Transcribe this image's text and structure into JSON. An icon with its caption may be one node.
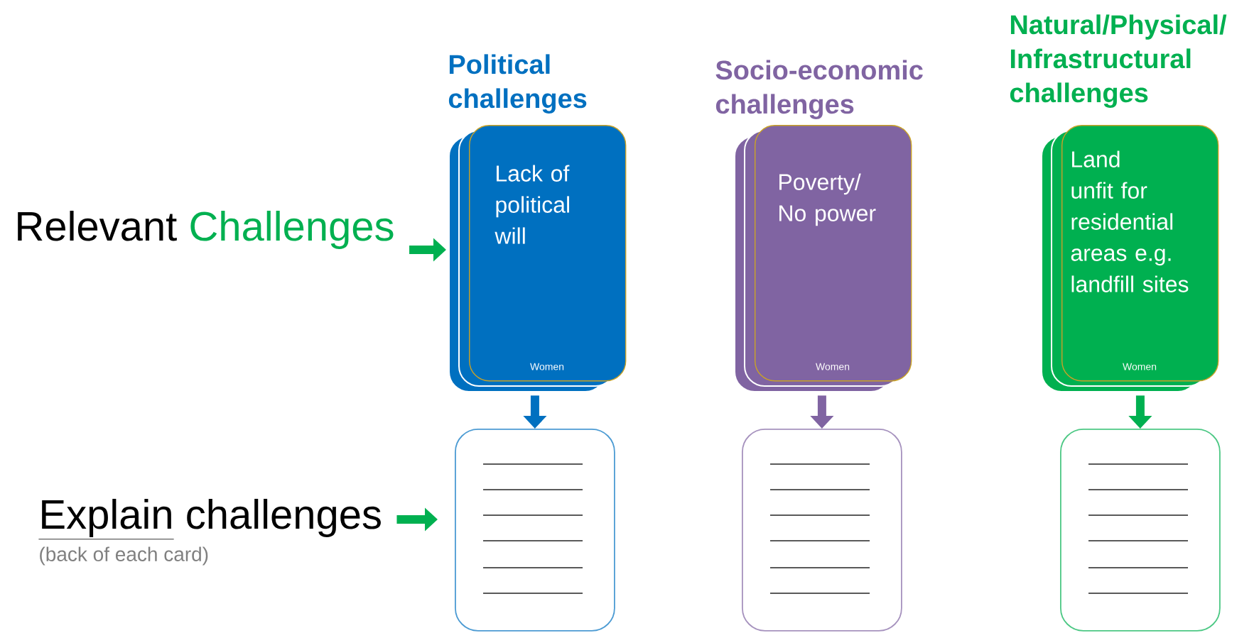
{
  "diagram": {
    "nodes": [
      {
        "text": [
          "Relevant",
          "Challenges"
        ]
      },
      {
        "text": [
          "Political challenges",
          "Lack of political will",
          "Women"
        ]
      },
      {
        "text": [
          "Socio-economic challenges",
          "Poverty/ No power",
          "Women"
        ]
      },
      {
        "text": [
          "Natural/Physical/ Infrastructural challenges",
          "Land unfit for residential areas e.g. landfill sites",
          "Women"
        ]
      },
      {
        "text": [
          "Explain",
          "challenges",
          "(back of each card)"
        ]
      },
      {
        "text": [],
        "shape": "box"
      },
      {
        "text": [],
        "shape": "box"
      },
      {
        "text": [],
        "shape": "box"
      }
    ],
    "edges": [
      {
        "from": 0,
        "to": 1,
        "arrow": "to"
      },
      {
        "from": 1,
        "to": 5,
        "arrow": "to",
        "color": "#0070c0"
      },
      {
        "from": 2,
        "to": 6,
        "arrow": "to",
        "color": "#8064a2"
      },
      {
        "from": 3,
        "to": 7,
        "arrow": "to"
      },
      {
        "from": 4,
        "to": 5,
        "arrow": "to"
      }
    ]
  }
}
